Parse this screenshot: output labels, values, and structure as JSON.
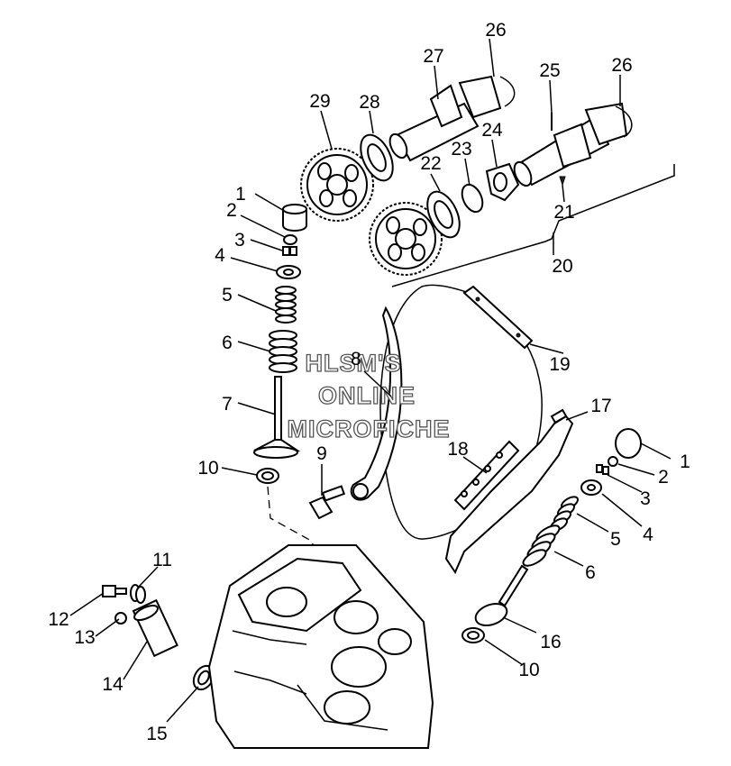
{
  "watermark": {
    "line1": "HLSM'S",
    "line2": "ONLINE",
    "line3": "MICROFICHE"
  },
  "callouts": {
    "n1": "1",
    "n2": "2",
    "n3": "3",
    "n4": "4",
    "n5": "5",
    "n6": "6",
    "n7": "7",
    "n8": "8",
    "n9": "9",
    "n10": "10",
    "n11": "11",
    "n12": "12",
    "n13": "13",
    "n14": "14",
    "n15": "15",
    "n16": "16",
    "n17": "17",
    "n18": "18",
    "n19": "19",
    "n20": "20",
    "n21": "21",
    "n22": "22",
    "n23": "23",
    "n24": "24",
    "n25": "25",
    "n26": "26",
    "n27": "27",
    "n28": "28",
    "n29": "29"
  }
}
